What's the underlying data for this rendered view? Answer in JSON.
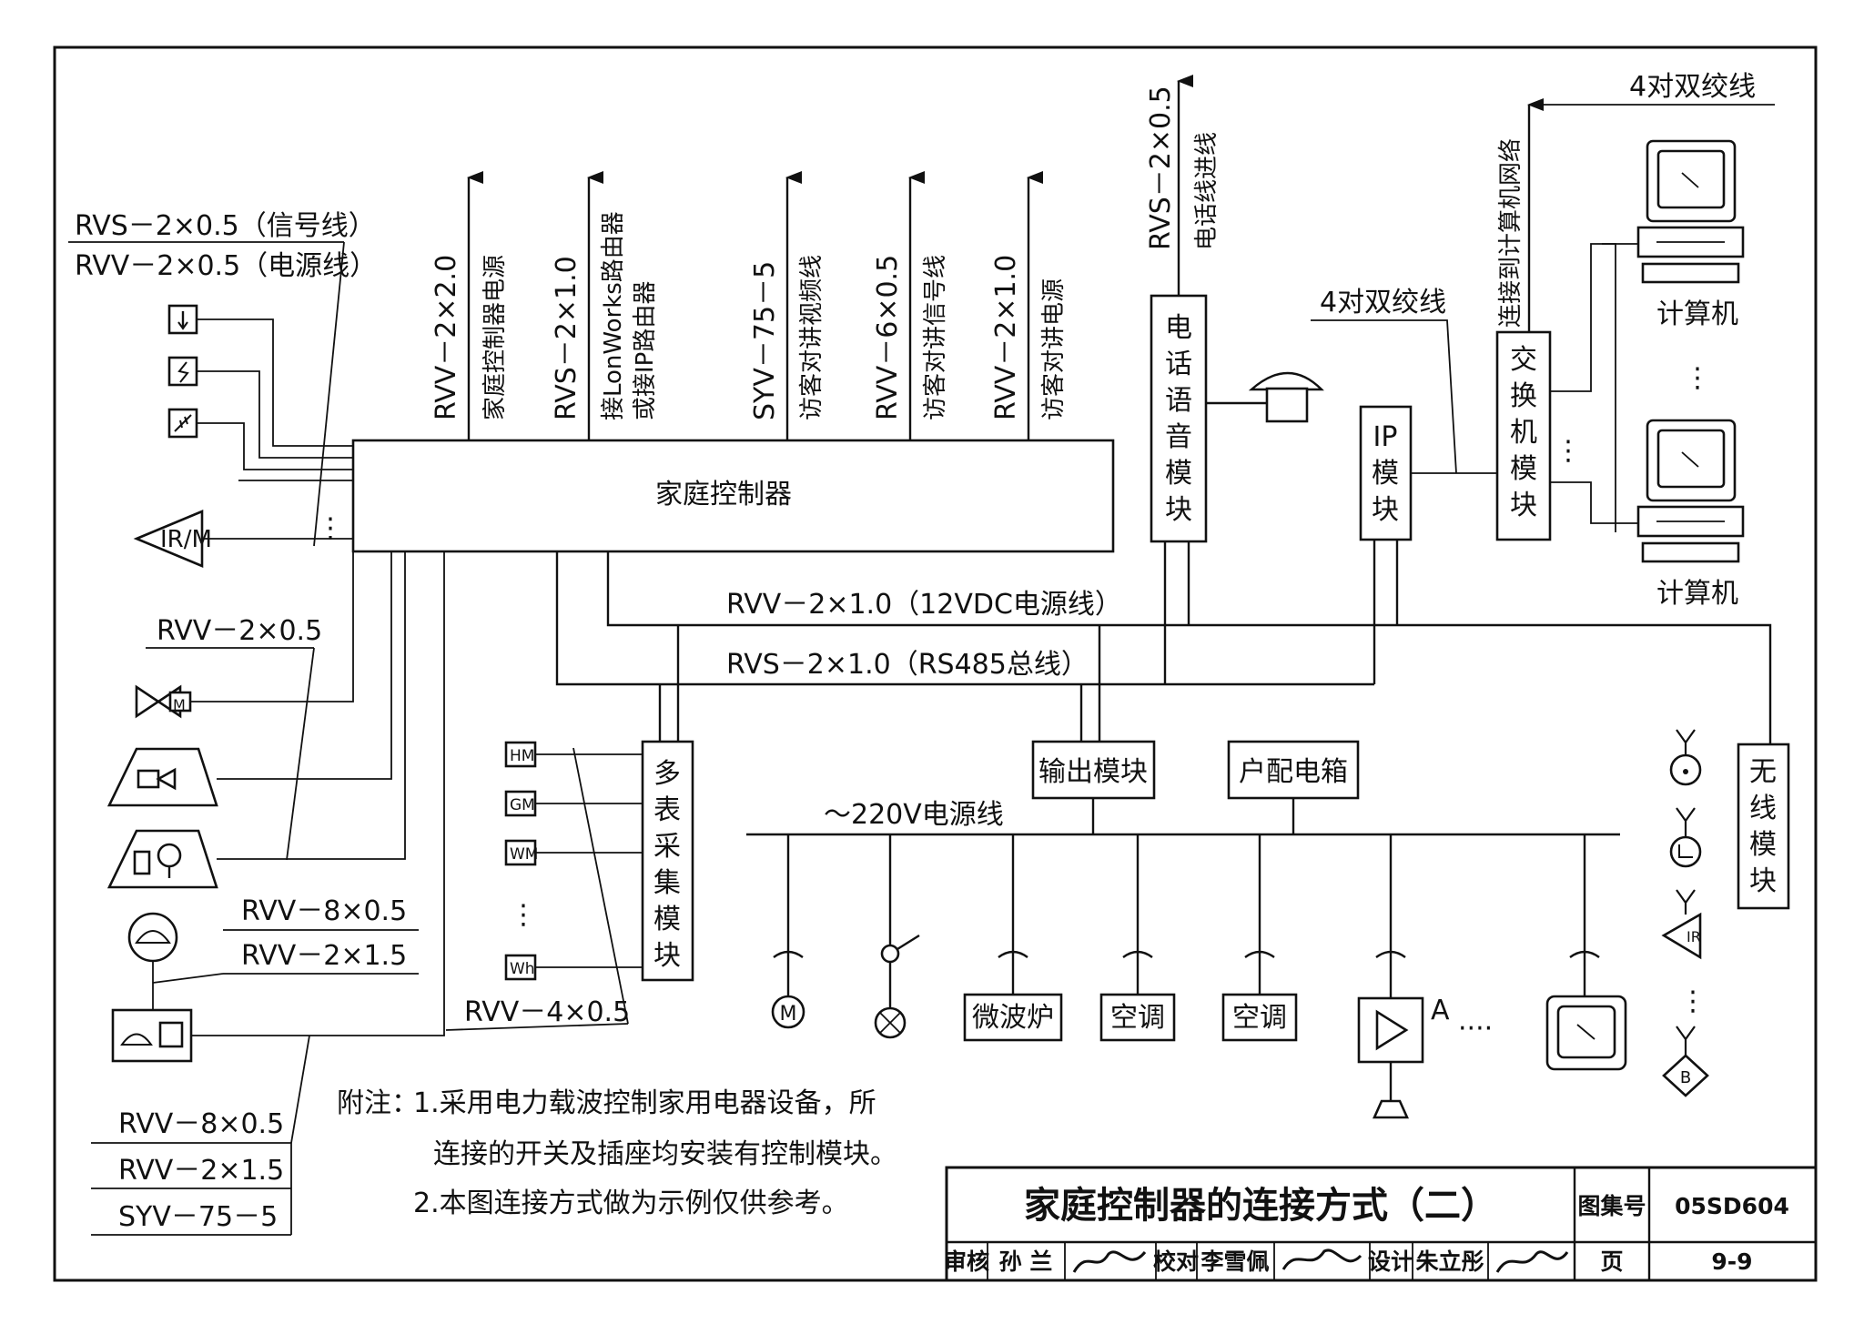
{
  "drawing": {
    "main_controller": "家庭控制器",
    "left_cables": {
      "signal": "RVS－2×0.5（信号线）",
      "power": "RVV－2×0.5（电源线）",
      "rvv_2x05": "RVV－2×0.5",
      "rvv_8x05": "RVV－8×0.5",
      "rvv_2x15": "RVV－2×1.5",
      "bottom_rvv_8x05": "RVV－8×0.5",
      "bottom_rvv_2x15": "RVV－2×1.5",
      "bottom_syv": "SYV－75－5"
    },
    "left_devices": {
      "ir_m": "IR/M",
      "valve_m": "M"
    },
    "top_cables": [
      {
        "spec": "RVV－2×2.0",
        "purpose": "家庭控制器电源"
      },
      {
        "spec": "RVS－2×1.0",
        "purpose": "接LonWorks路由器",
        "purpose2": "或接IP路由器"
      },
      {
        "spec": "SYV－75－5",
        "purpose": "访客对讲视频线"
      },
      {
        "spec": "RVV－6×0.5",
        "purpose": "访客对讲信号线"
      },
      {
        "spec": "RVV－2×1.0",
        "purpose": "访客对讲电源"
      }
    ],
    "phone_line": {
      "spec": "RVS－2×0.5",
      "purpose": "电话线进线"
    },
    "modules": {
      "phone_voice": "电话语音模块",
      "ip": "IP模块",
      "switch": "交换机模块",
      "wireless": "无线模块",
      "multi_meter": "多表采集模块",
      "output": "输出模块",
      "distribution_box": "户配电箱"
    },
    "network": {
      "twisted_pair_top": "4对双绞线",
      "twisted_pair_mid": "4对双绞线",
      "to_network": "连接到计算机网络",
      "computer_1": "计算机",
      "computer_2": "计算机"
    },
    "buses": {
      "power_12v": "RVV－2×1.0（12VDC电源线）",
      "rs485": "RVS－2×1.0（RS485总线）",
      "mains": "～220V电源线"
    },
    "meters": [
      "HM",
      "GM",
      "WM",
      "Wh"
    ],
    "meter_cable": "RVV－4×0.5",
    "appliances": {
      "microwave": "微波炉",
      "ac_1": "空调",
      "ac_2": "空调",
      "amp_label": "A",
      "motor": "M"
    },
    "wireless_devices": [
      "IR",
      "B"
    ],
    "notes": {
      "prefix": "附注：",
      "line1": "1.采用电力载波控制家用电器设备，所",
      "line2": "连接的开关及插座均安装有控制模块。",
      "line3": "2.本图连接方式做为示例仅供参考。"
    }
  },
  "title_block": {
    "title": "家庭控制器的连接方式（二）",
    "atlas_label": "图集号",
    "atlas_no": "05SD604",
    "review_label": "审核",
    "reviewer": "孙 兰",
    "check_label": "校对",
    "checker": "李雪佩",
    "design_label": "设计",
    "designer": "朱立彤",
    "page_label": "页",
    "page_no": "9-9"
  }
}
